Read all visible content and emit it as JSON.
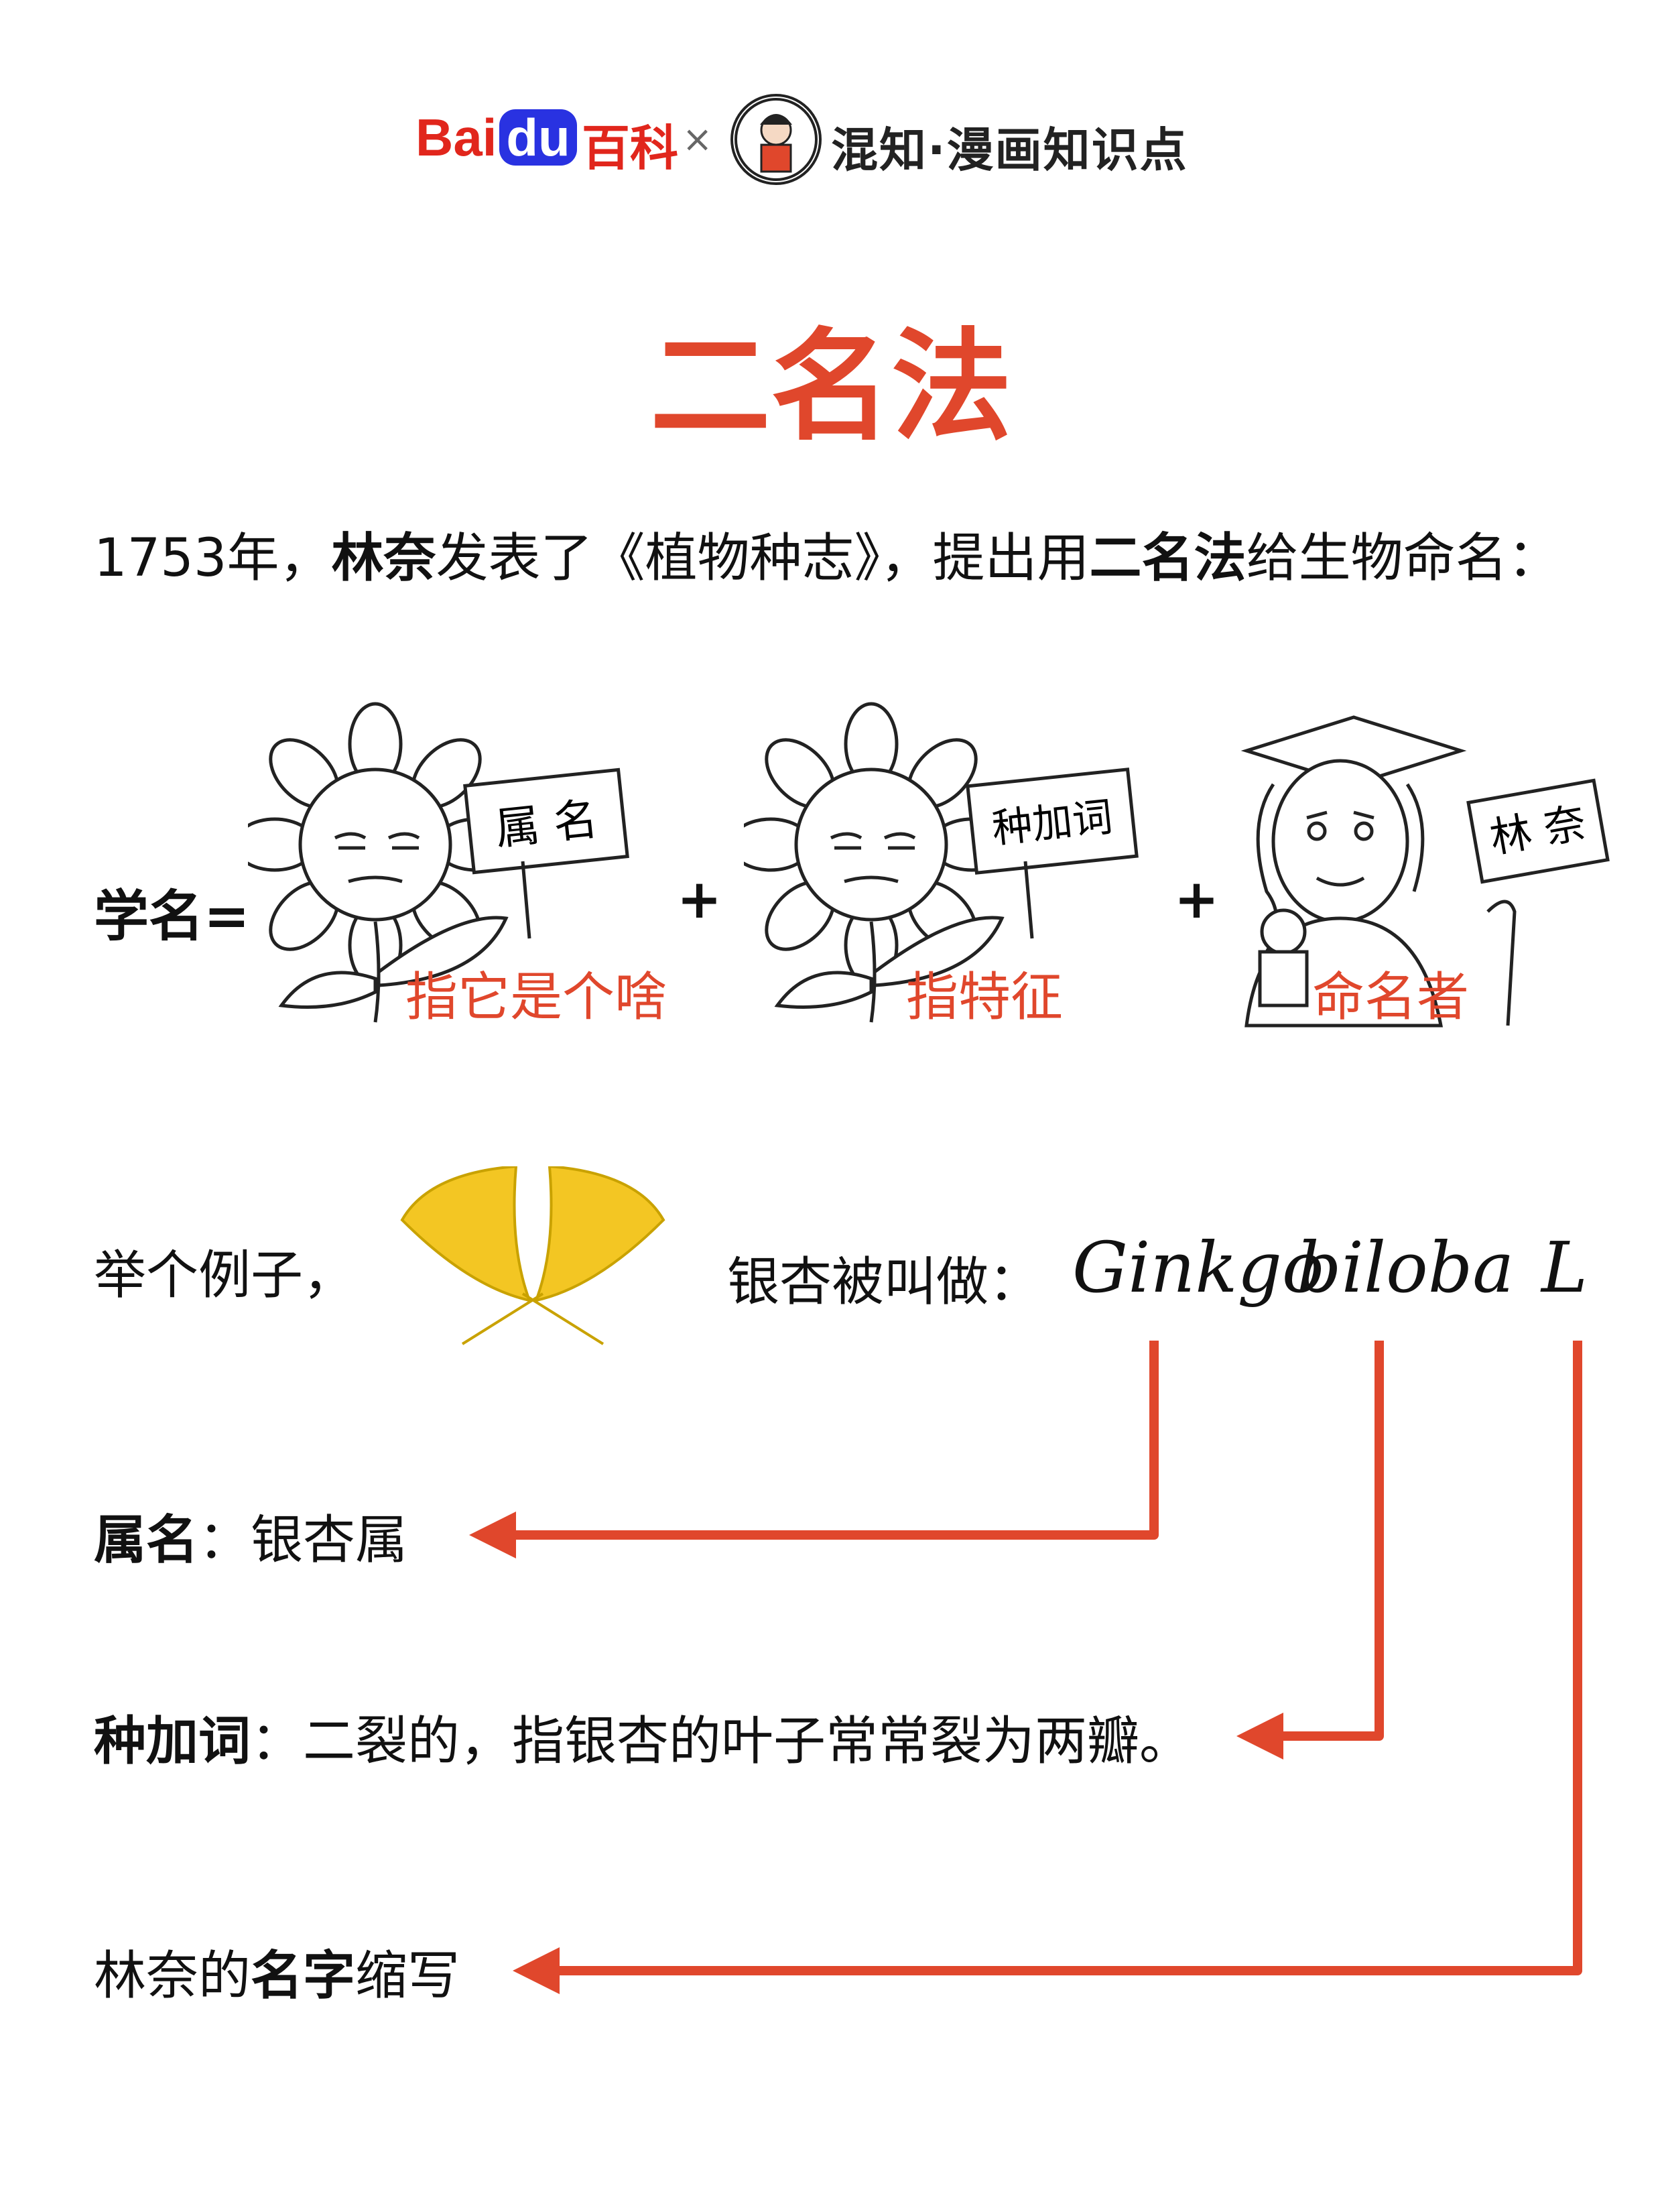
{
  "header": {
    "baidu_left": "Bai",
    "baidu_du": "du",
    "baike": "百科",
    "times": "×",
    "brand": "混知·漫画知识点"
  },
  "title": "二名法",
  "intro": {
    "p1": "1753年，",
    "linnaeus": "林奈",
    "p2": "发表了《植物种志》，提出用",
    "method": "二名法",
    "p3": "给生物命名："
  },
  "formula": {
    "lhs": "学名=",
    "plus": "+",
    "sign1": "属 名",
    "label1": "指它是个啥",
    "sign2": "种加词",
    "label2": "指特征",
    "sign3": "林 奈",
    "label3": "命名者"
  },
  "example": {
    "intro": "举个例子，",
    "called": "银杏被叫做：",
    "genus": "Ginkgo",
    "epithet": "biloba",
    "author": "L"
  },
  "definitions": {
    "genus_term": "属名",
    "genus_sep": "：",
    "genus_value": "银杏属",
    "epithet_term": "种加词",
    "epithet_sep": "：",
    "epithet_value": "二裂的，指银杏的叶子常常裂为两瓣。",
    "author_p1": "林奈的",
    "author_bold": "名字",
    "author_p2": "缩写"
  },
  "colors": {
    "accent_red": "#e0472c",
    "baidu_red": "#e1261c",
    "baidu_blue": "#2932e1",
    "ginkgo_yellow": "#f3c623"
  }
}
